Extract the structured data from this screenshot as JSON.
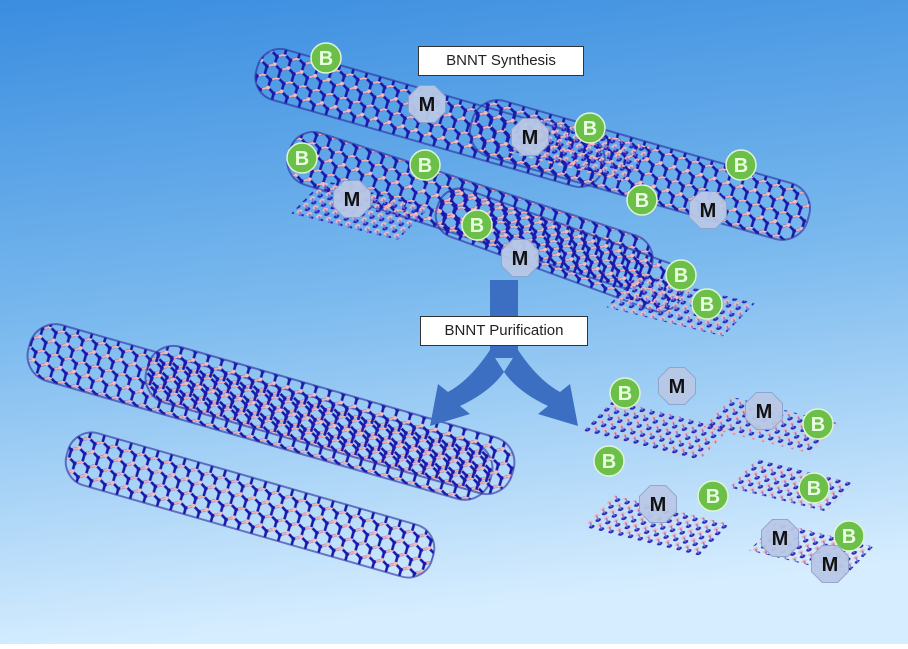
{
  "labels": {
    "synthesis": "BNNT Synthesis",
    "purification": "BNNT Purification"
  },
  "markers": {
    "boron": "B",
    "metal": "M"
  },
  "colors": {
    "background_top": "#3b8ee0",
    "background_bottom": "#d4ecff",
    "nitrogen": "#1a1ab0",
    "boron_atom": "#f2b6b6",
    "boron_marker": "#6cc04a",
    "metal_marker": "#b9c8e6",
    "arrow": "#3c6fc2"
  }
}
